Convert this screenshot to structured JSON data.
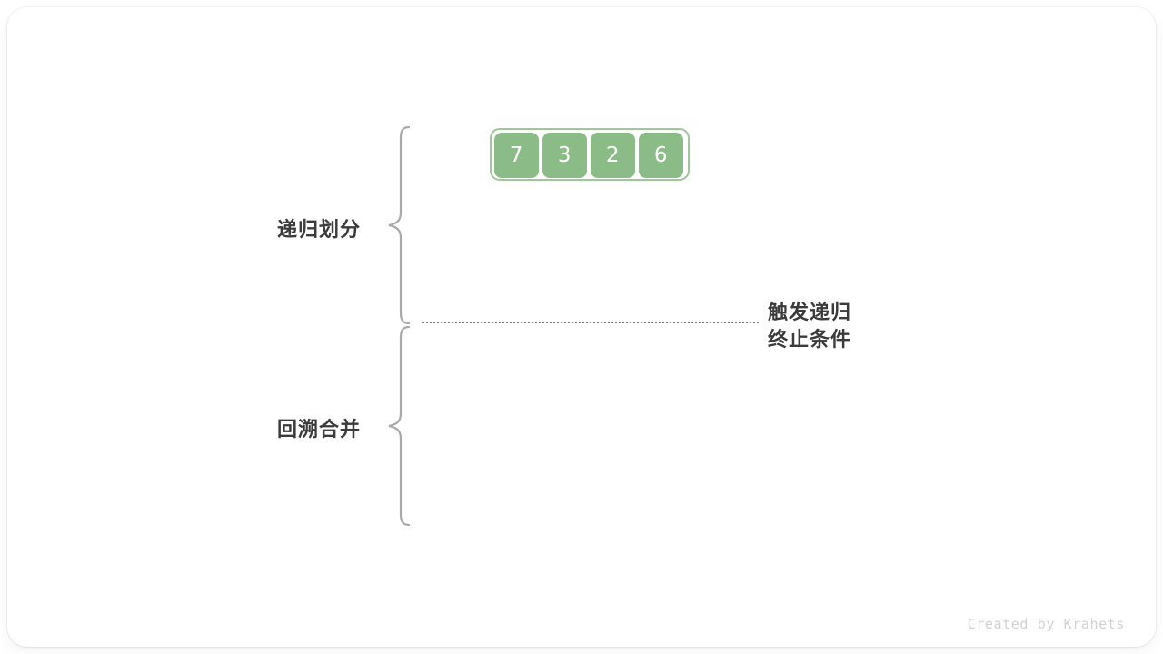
{
  "figure": {
    "title_text": "",
    "background_color": "#ffffff",
    "card_color": "#ffffff"
  },
  "array": {
    "name": "input-array",
    "cell_color": "#8bbb86",
    "border_color": "#9ec79a",
    "text_color": "#ffffff",
    "values": [
      "7",
      "3",
      "2",
      "6"
    ]
  },
  "phases": [
    {
      "label": "递归划分",
      "brace_name": "divide-brace"
    },
    {
      "label": "回溯合并",
      "brace_name": "merge-brace"
    }
  ],
  "divider": {
    "style": "dotted",
    "color": "#7a7a7a"
  },
  "annotation": {
    "line1": "触发递归",
    "line2": "终止条件",
    "color": "#3b3b3b"
  },
  "credit": {
    "text": "Created by Krahets",
    "color": "#d2d2d2"
  }
}
